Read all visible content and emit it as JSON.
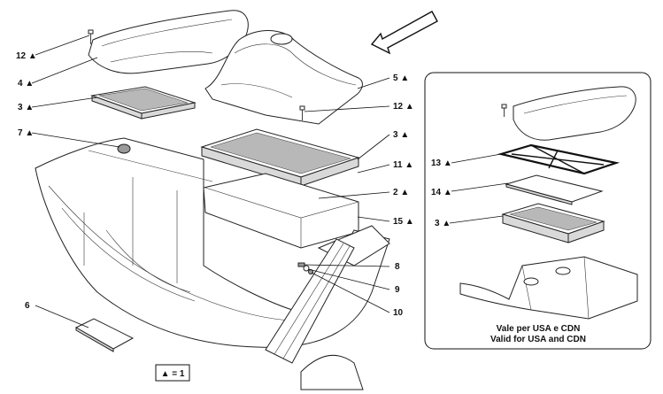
{
  "callouts": {
    "c12a": {
      "num": "12",
      "mark": "▲"
    },
    "c4": {
      "num": "4",
      "mark": "▲"
    },
    "c3a": {
      "num": "3",
      "mark": "▲"
    },
    "c7": {
      "num": "7",
      "mark": "▲"
    },
    "c5": {
      "num": "5",
      "mark": "▲"
    },
    "c12b": {
      "num": "12",
      "mark": "▲"
    },
    "c3b": {
      "num": "3",
      "mark": "▲"
    },
    "c11": {
      "num": "11",
      "mark": "▲"
    },
    "c2": {
      "num": "2",
      "mark": "▲"
    },
    "c15": {
      "num": "15",
      "mark": "▲"
    },
    "c8": {
      "num": "8",
      "mark": ""
    },
    "c9": {
      "num": "9",
      "mark": ""
    },
    "c10": {
      "num": "10",
      "mark": ""
    },
    "c6": {
      "num": "6",
      "mark": ""
    },
    "c13": {
      "num": "13",
      "mark": "▲"
    },
    "c14": {
      "num": "14",
      "mark": "▲"
    },
    "c3c": {
      "num": "3",
      "mark": "▲"
    }
  },
  "inset": {
    "caption_line1": "Vale per USA e CDN",
    "caption_line2": "Valid for USA and CDN"
  },
  "legend": {
    "text": "▲ = 1"
  }
}
